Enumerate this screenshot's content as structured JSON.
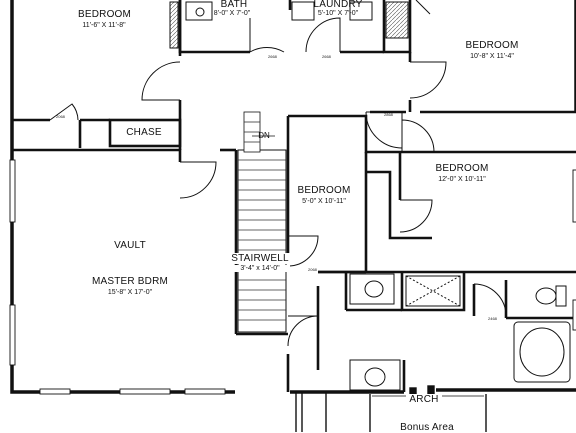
{
  "rooms": {
    "bedroom_nw": {
      "name": "BEDROOM",
      "dims": "11'-6\" X 11'-8\""
    },
    "bath": {
      "name": "BATH",
      "dims": "8'-0\" X 7'-0\""
    },
    "laundry": {
      "name": "LAUNDRY",
      "dims": "5'-10\" X 7'-0\""
    },
    "bedroom_ne": {
      "name": "BEDROOM",
      "dims": "10'-8\" X 11'-4\""
    },
    "chase": {
      "name": "CHASE"
    },
    "dn": {
      "name": "DN"
    },
    "bedroom_center": {
      "name": "BEDROOM",
      "dims": "5'-0\" X 10'-11\""
    },
    "bedroom_east": {
      "name": "BEDROOM",
      "dims": "12'-0\" X 10'-11\""
    },
    "vault": {
      "name": "VAULT"
    },
    "master": {
      "name": "MASTER BDRM",
      "dims": "15'-8\" X 17'-0\""
    },
    "stairwell": {
      "name": "STAIRWELL",
      "dims": "3'-4\" x 14'-0\""
    },
    "arch": {
      "name": "ARCH"
    },
    "bonus": {
      "name": "Bonus Area"
    }
  },
  "door_tags": [
    "2668",
    "2868",
    "2068",
    "2468"
  ]
}
